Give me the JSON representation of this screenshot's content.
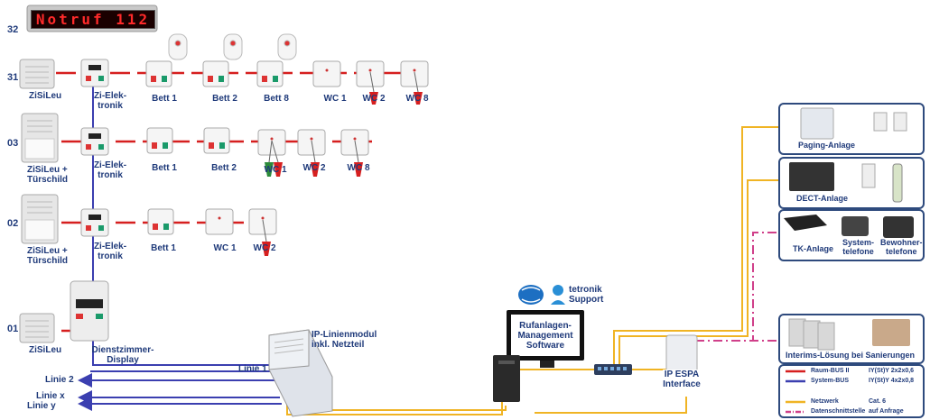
{
  "banner": "Notruf 112",
  "rows": [
    {
      "num": "32"
    },
    {
      "num": "31",
      "devices": [
        "ZiSiLeu",
        "Zi-Elek-\ntronik",
        "Bett 1",
        "Bett 2",
        "Bett 8",
        "WC 1",
        "WC 2",
        "WC 8"
      ]
    },
    {
      "num": "03",
      "devices": [
        "ZiSiLeu +\nTürschild",
        "Zi-Elek-\ntronik",
        "Bett 1",
        "Bett 2",
        "WC 1",
        "WC 2",
        "WC 8"
      ]
    },
    {
      "num": "02",
      "devices": [
        "ZiSiLeu +\nTürschild",
        "Zi-Elek-\ntronik",
        "Bett 1",
        "WC 1",
        "WC 2"
      ]
    },
    {
      "num": "01",
      "devices": [
        "ZiSiLeu",
        "Dienstzimmer-\nDisplay"
      ]
    }
  ],
  "linienmodul": "IP-Linienmodul\ninkl. Netzteil",
  "lines": {
    "linie1": "Linie 1",
    "linie2": "Linie 2",
    "liniex": "Linie x",
    "liniey": "Linie y"
  },
  "software": "Rufanlagen-\nManagement\nSoftware",
  "support": "tetronik\nSupport",
  "espa": "IP ESPA\nInterface",
  "panels": {
    "paging": "Paging-Anlage",
    "dect": "DECT-Anlage",
    "tk": "TK-Anlage",
    "system": "System-\ntelefone",
    "bewohner": "Bewohner-\ntelefone",
    "interims": "Interims-Lösung bei Sanierungen"
  },
  "legend": [
    {
      "name": "Raum-BUS II",
      "spec": "IY(St)Y 2x2x0,6",
      "color": "#d61f1f",
      "dash": false
    },
    {
      "name": "System-BUS",
      "spec": "IY(St)Y 4x2x0,8",
      "color": "#3b3fb0",
      "dash": false
    },
    {
      "name": "Netzwerk",
      "spec": "Cat. 6",
      "color": "#f0b424",
      "dash": false
    },
    {
      "name": "Datenschnittstelle",
      "spec": "auf Anfrage",
      "color": "#d0408a",
      "dash": true
    }
  ],
  "colors": {
    "raumbus": "#d61f1f",
    "systembus": "#3b3fb0",
    "netzwerk": "#f0b424",
    "daten": "#d0408a",
    "text": "#1f3a7a"
  }
}
